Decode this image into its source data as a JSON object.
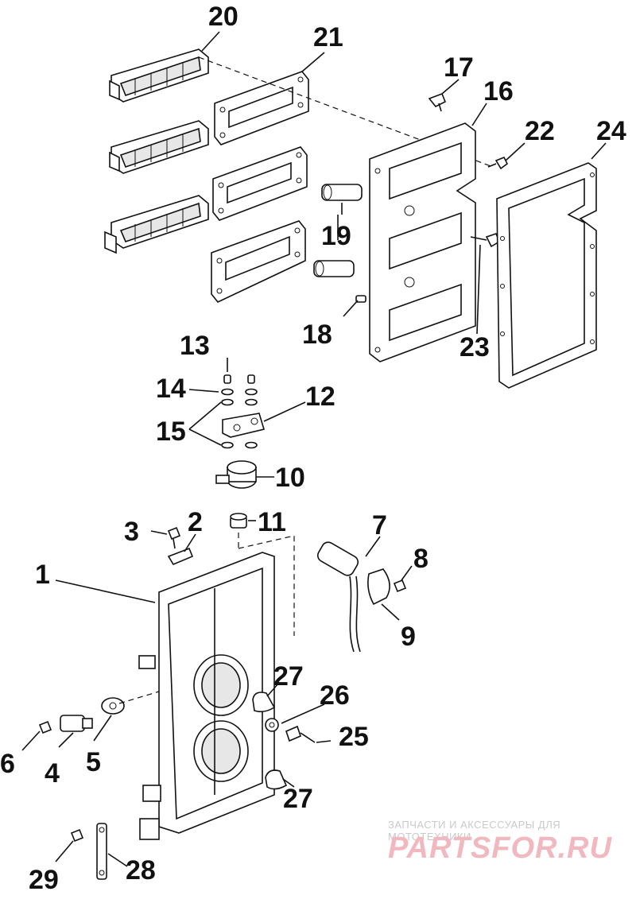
{
  "callouts": [
    {
      "id": "1",
      "text": "1"
    },
    {
      "id": "2",
      "text": "2"
    },
    {
      "id": "3",
      "text": "3"
    },
    {
      "id": "4",
      "text": "4"
    },
    {
      "id": "5",
      "text": "5"
    },
    {
      "id": "6",
      "text": "6"
    },
    {
      "id": "7",
      "text": "7"
    },
    {
      "id": "8",
      "text": "8"
    },
    {
      "id": "9",
      "text": "9"
    },
    {
      "id": "10",
      "text": "10"
    },
    {
      "id": "11",
      "text": "11"
    },
    {
      "id": "12",
      "text": "12"
    },
    {
      "id": "13",
      "text": "13"
    },
    {
      "id": "14",
      "text": "14"
    },
    {
      "id": "15",
      "text": "15"
    },
    {
      "id": "16",
      "text": "16"
    },
    {
      "id": "17",
      "text": "17"
    },
    {
      "id": "18",
      "text": "18"
    },
    {
      "id": "19",
      "text": "19"
    },
    {
      "id": "20",
      "text": "20"
    },
    {
      "id": "21",
      "text": "21"
    },
    {
      "id": "22",
      "text": "22"
    },
    {
      "id": "23",
      "text": "23"
    },
    {
      "id": "24",
      "text": "24"
    },
    {
      "id": "25",
      "text": "25"
    },
    {
      "id": "26",
      "text": "26"
    },
    {
      "id": "27a",
      "text": "27"
    },
    {
      "id": "27b",
      "text": "27"
    },
    {
      "id": "28",
      "text": "28"
    },
    {
      "id": "29",
      "text": "29"
    }
  ],
  "watermark": {
    "tagline": "ЗАПЧАСТИ И АКСЕССУАРЫ ДЛЯ МОТОТЕХНИКИ",
    "logo": "PARTSFOR.RU"
  },
  "colors": {
    "line": "#111111",
    "watermark_logo": "#f1b8bf",
    "watermark_text": "#c9c9c9"
  }
}
